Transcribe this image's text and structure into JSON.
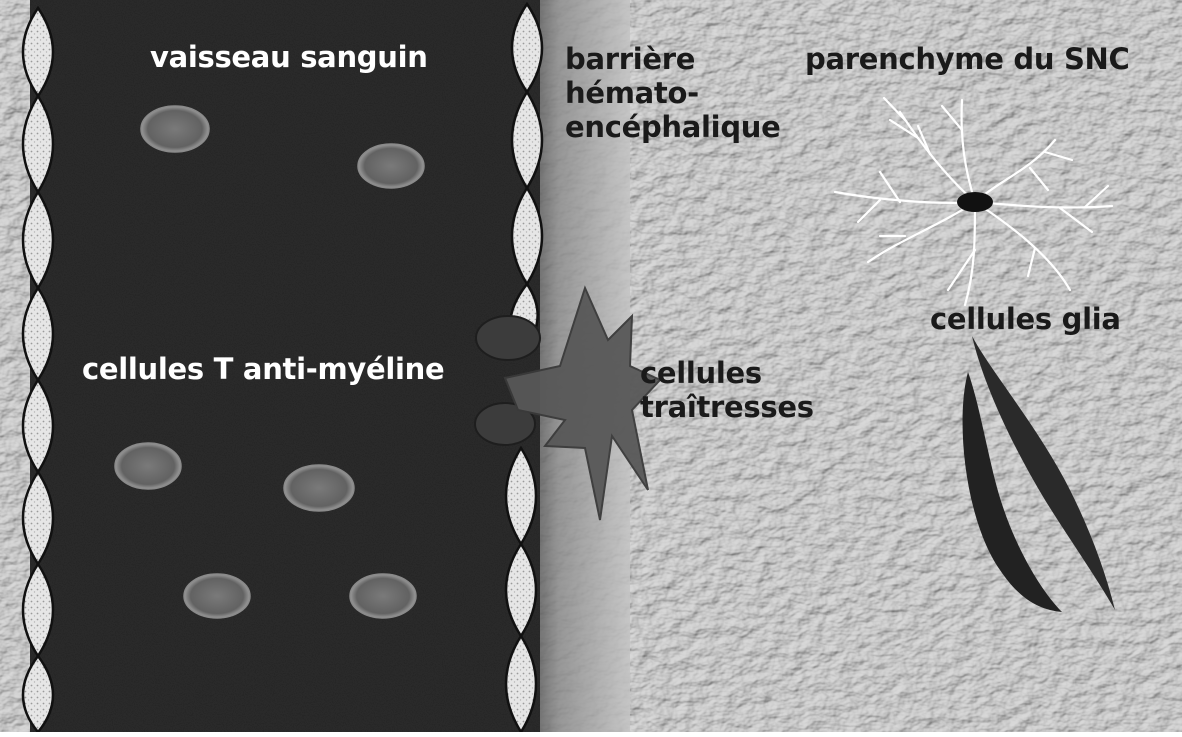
{
  "labels": {
    "blood_vessel": "vaisseau sanguin",
    "barrier": [
      "barrière",
      "hémato-",
      "encéphalique"
    ],
    "cns_parenchyma": "parenchyme du SNC",
    "t_cells": "cellules T anti-myéline",
    "traitor_cells": [
      "cellules",
      "traîtresses"
    ],
    "glial_cells": "cellules glia"
  },
  "colors": {
    "vessel_fill": "#2a2a2a",
    "parenchyma_fill": "#c8c8c8",
    "endothelial_cell": "#e4e4e4",
    "erythrocyte": "#6e6e6e",
    "traitor_cell": "#585858",
    "neuron_line": "#ffffff",
    "neuron_nucleus": "#111111",
    "glia_cell": "#222222"
  }
}
